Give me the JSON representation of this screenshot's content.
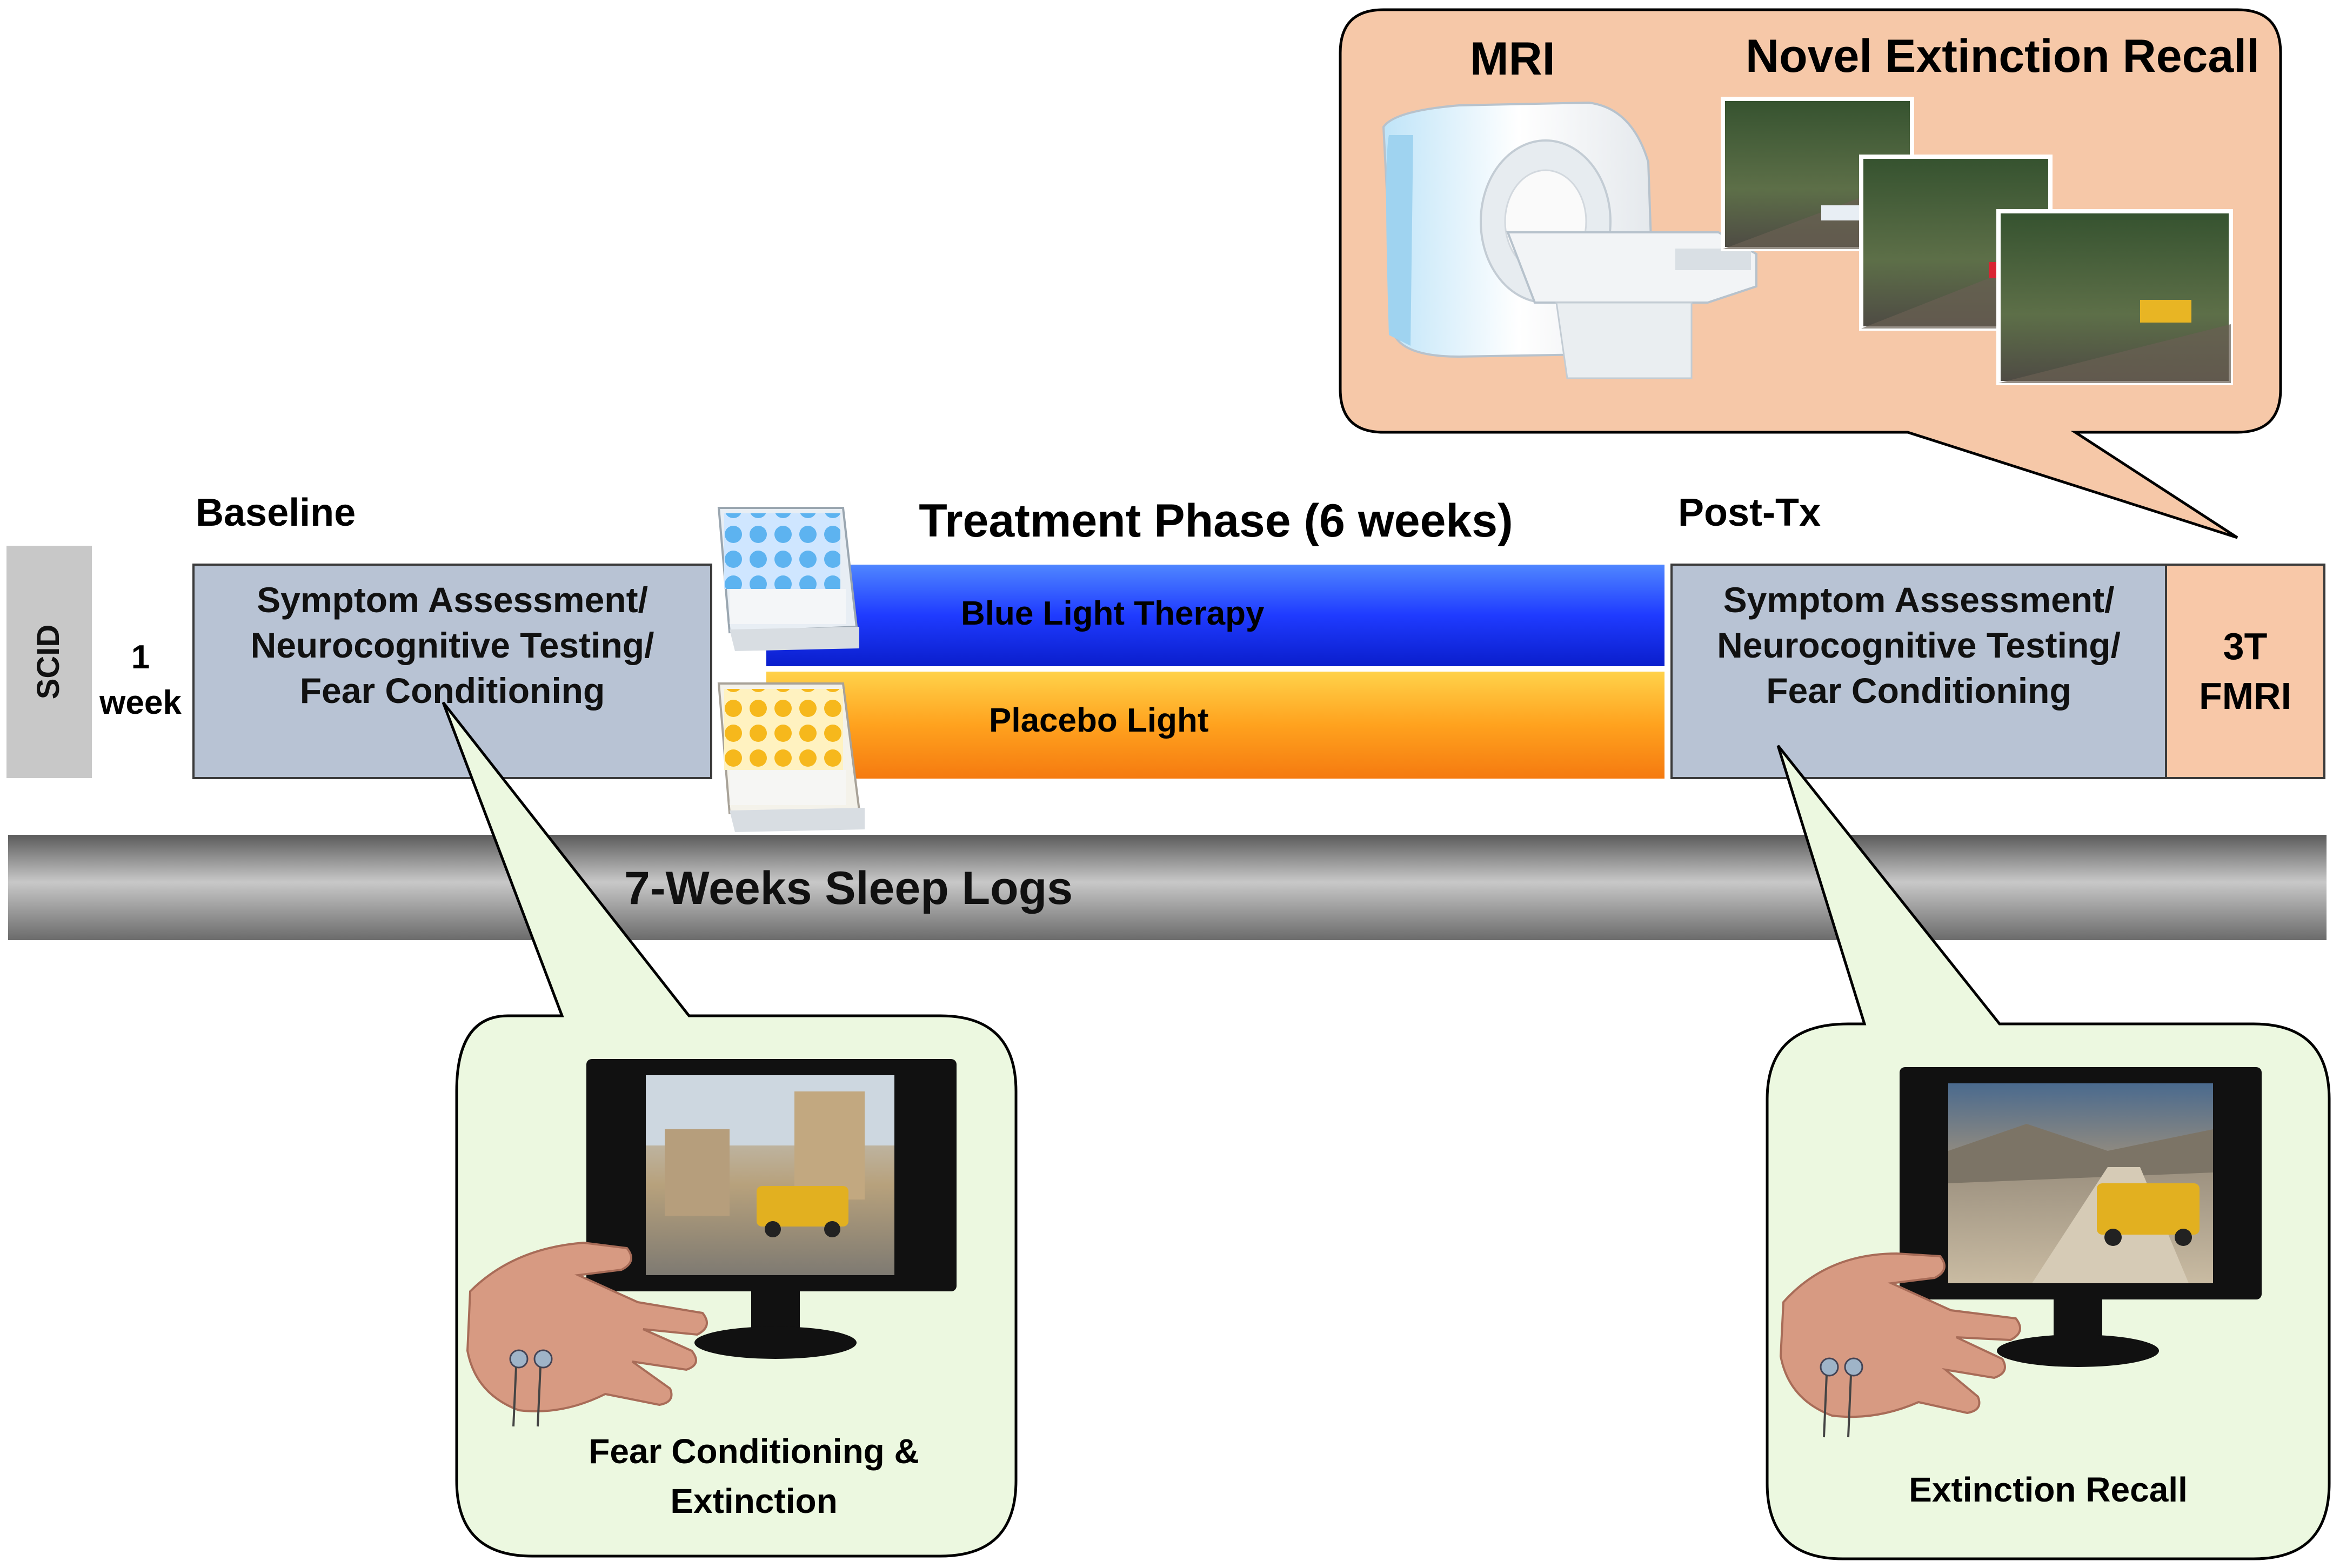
{
  "scid": "SCID",
  "one_week": [
    "1",
    "week"
  ],
  "baseline": {
    "label": "Baseline",
    "box_lines": [
      "Symptom Assessment/",
      "Neurocognitive Testing/",
      "Fear Conditioning"
    ]
  },
  "treatment": {
    "title": "Treatment Phase (6 weeks)",
    "blue_label": "Blue Light Therapy",
    "placebo_label": "Placebo Light"
  },
  "post_tx": {
    "label": "Post-Tx",
    "box_lines": [
      "Symptom Assessment/",
      "Neurocognitive Testing/",
      "Fear Conditioning"
    ],
    "fmri_lines": [
      "3T",
      "FMRI"
    ]
  },
  "sleep_logs": "7-Weeks Sleep Logs",
  "mri_bubble": {
    "mri_label": "MRI",
    "recall_label": "Novel Extinction Recall"
  },
  "fear_bubble": {
    "caption_lines": [
      "Fear Conditioning &",
      "Extinction"
    ]
  },
  "recall_bubble": {
    "caption": "Extinction Recall"
  },
  "colors": {
    "box_fill": "#b8c3d4",
    "fmri_fill": "#f8c8a8",
    "mri_bubble_fill": "#f6c8a8",
    "green_bubble_fill": "#ecf8e0",
    "blue_bar": "#1f4fff",
    "placebo_bar": "#f7941d",
    "sleep_bar": "#9a9a9a",
    "scid_fill": "#c8c8c8"
  }
}
